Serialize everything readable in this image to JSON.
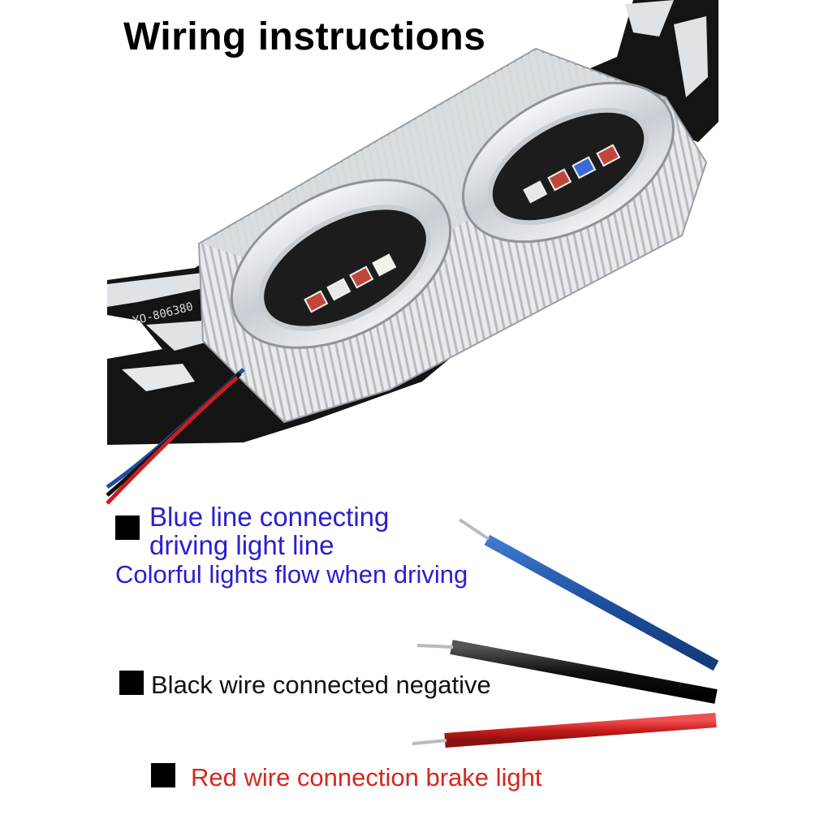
{
  "title": "Wiring instructions",
  "instructions": {
    "blue": {
      "line1": "Blue line connecting",
      "line2": "driving light line",
      "line3": "Colorful lights flow when driving",
      "color": "#2a1ecf"
    },
    "black": {
      "text": "Black wire connected negative",
      "color": "#111111"
    },
    "red": {
      "text": "Red wire connection brake light",
      "color": "#d8261c"
    }
  },
  "product": {
    "pcb_marking": "YO-806380",
    "led_colors": [
      "#c0463c",
      "#f0f0f0",
      "#d8b060",
      "#3a6ad8"
    ]
  }
}
